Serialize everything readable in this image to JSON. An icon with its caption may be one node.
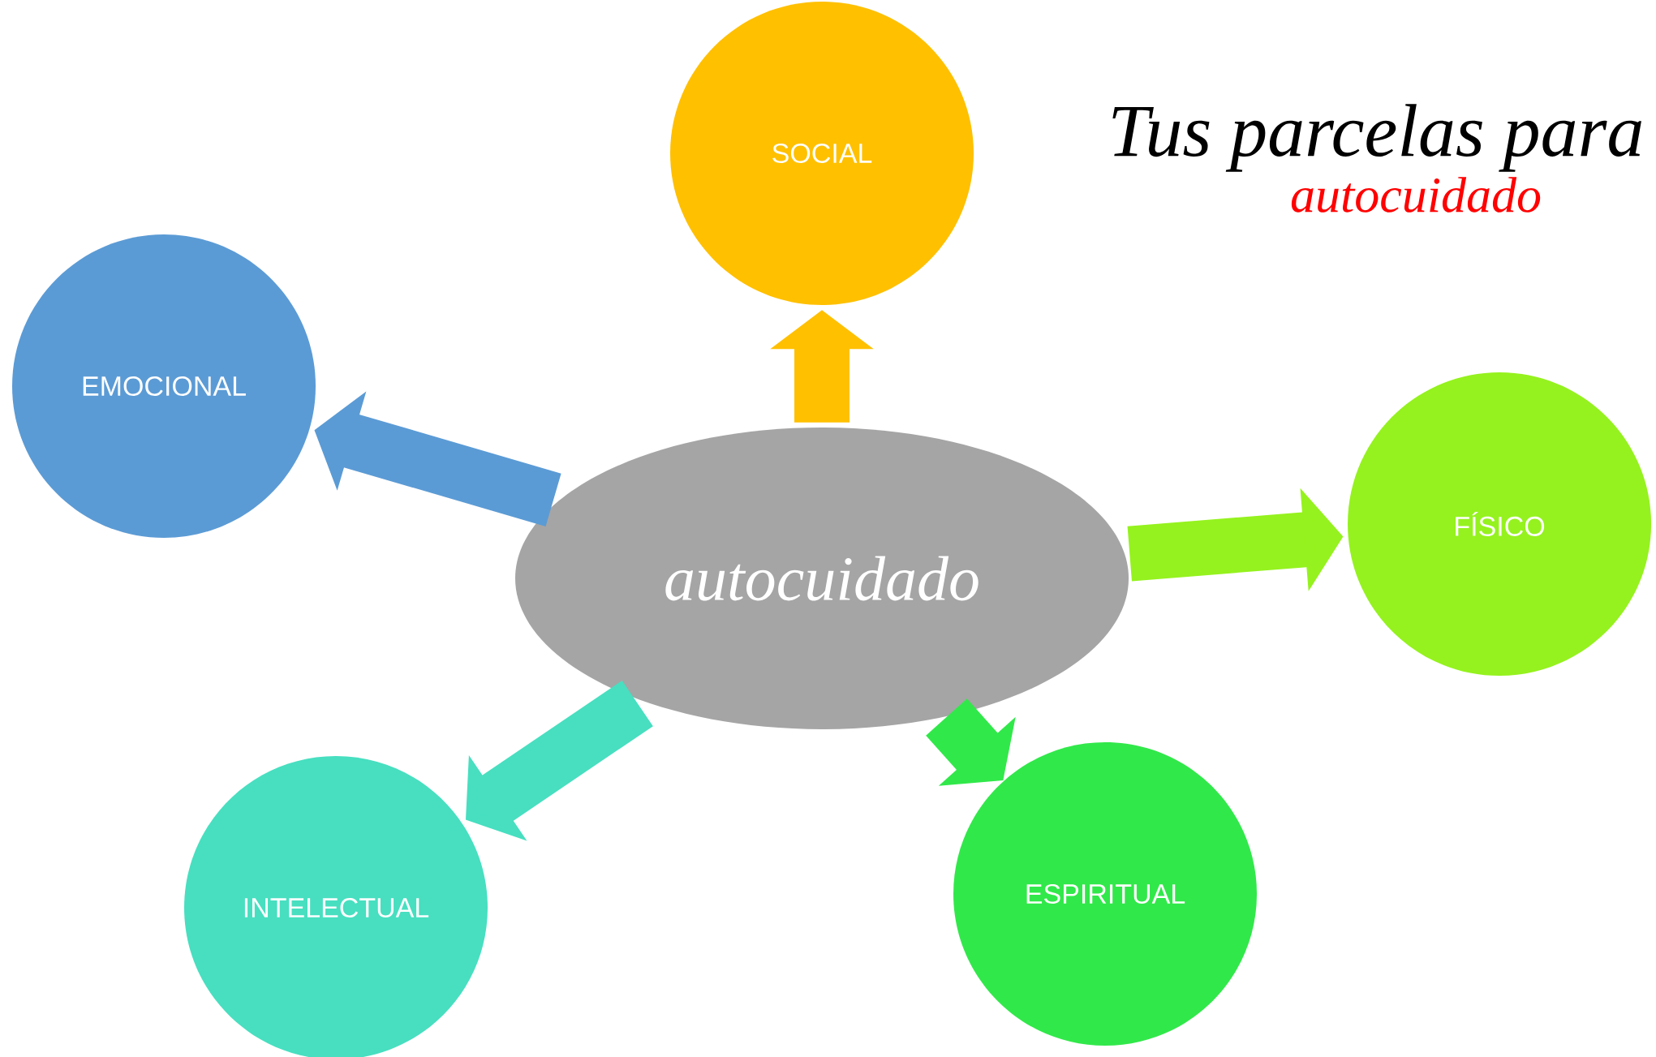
{
  "diagram": {
    "title": "Tus parcelas para",
    "nodes": [
      {
        "text": [
          "autocuidado"
        ]
      },
      {
        "text": [
          "SOCIAL"
        ]
      },
      {
        "text": [
          "EMOCIONAL"
        ]
      },
      {
        "text": [
          "FÍSICO"
        ]
      },
      {
        "text": [
          "ESPIRITUAL"
        ]
      },
      {
        "text": [
          "INTELECTUAL"
        ]
      }
    ],
    "edges": [
      {
        "from": 0,
        "to": 1,
        "arrow": "to",
        "color": "#ffc000"
      },
      {
        "from": 0,
        "to": 2,
        "arrow": "to",
        "color": "#5b9bd5"
      },
      {
        "from": 0,
        "to": 3,
        "arrow": "to",
        "color": "#95f21e"
      },
      {
        "from": 0,
        "to": 4,
        "arrow": "to",
        "color": "#31e84a"
      },
      {
        "from": 0,
        "to": 5,
        "arrow": "to",
        "color": "#47dfc0"
      }
    ],
    "labels": [
      "autocuidado"
    ]
  }
}
